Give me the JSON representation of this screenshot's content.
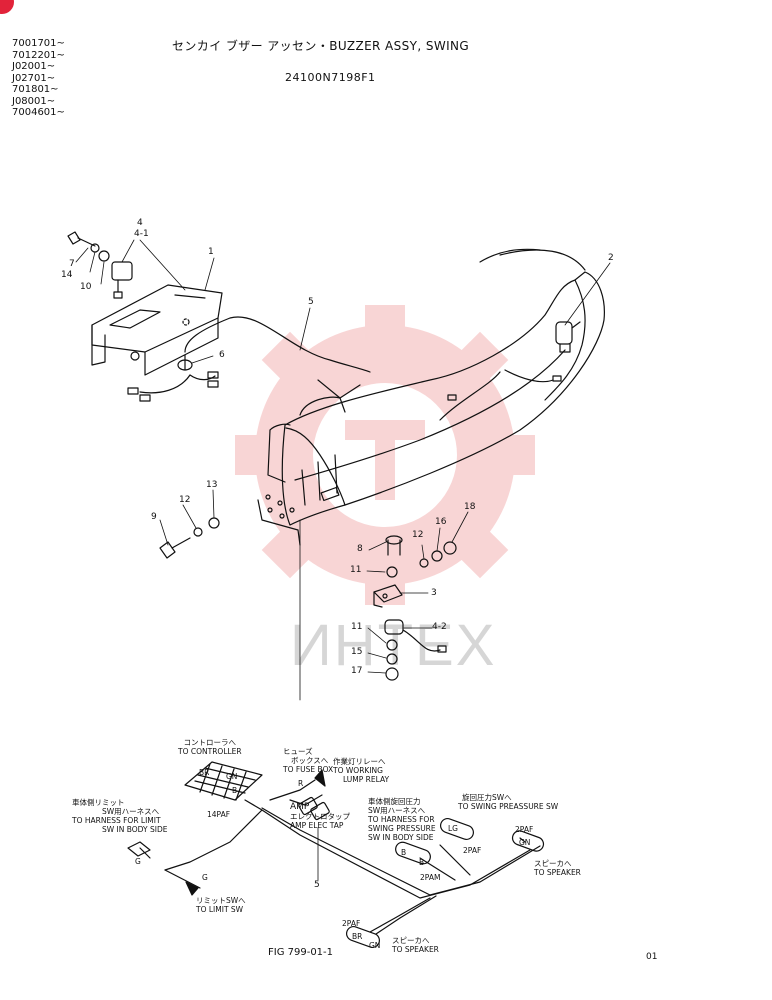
{
  "header": {
    "serials": [
      "7001701~",
      "7012201~",
      "J02001~",
      "J02701~",
      "701801~",
      "J08001~",
      "7004601~"
    ],
    "title": "センカイ ブザー アッセン・BUZZER ASSY, SWING",
    "part_number": "24100N7198F1"
  },
  "watermark": {
    "text": "ИНТЕХ",
    "color": "#f2a3a3"
  },
  "callouts": [
    "1",
    "2",
    "3",
    "4",
    "4-1",
    "4-2",
    "5",
    "6",
    "7",
    "8",
    "9",
    "10",
    "11",
    "11",
    "12",
    "12",
    "13",
    "14",
    "15",
    "16",
    "17",
    "18"
  ],
  "harness": {
    "controller_jp": "コントローラへ",
    "controller_en": "TO CONTROLLER",
    "fuse_jp_1": "ヒューズ",
    "fuse_jp_2": "ボックスへ",
    "fuse_en": "TO FUSE BOX",
    "relay_jp": "作業灯リレーへ",
    "relay_en_1": "TO WORKING",
    "relay_en_2": "LUMP RELAY",
    "limit_body_jp": "車体側リミット",
    "limit_body_sw_jp": "SW用ハーネスへ",
    "limit_body_en_1": "TO HARNESS FOR LIMIT",
    "limit_body_en_2": "SW IN BODY SIDE",
    "amp": "AMP",
    "amp_tap_jp": "エレクトロタップ",
    "amp_tap_en": "AMP ELEC TAP",
    "press_body_jp": "車体側旋回圧力",
    "press_body_sw_jp": "SW用ハーネスへ",
    "press_body_en_1": "TO HARNESS FOR",
    "press_body_en_2": "SWING PRESSURE",
    "press_body_en_3": "SW IN BODY SIDE",
    "press_sw_jp": "旋回圧力SWへ",
    "press_sw_en": "TO SWING PREASSURE SW",
    "speaker_jp": "スピーカへ",
    "speaker_en": "TO SPEAKER",
    "limit_sw_jp": "リミットSWへ",
    "limit_sw_en": "TO LIMIT SW",
    "conn_14paf": "14PAF",
    "conn_2paf": "2PAF",
    "conn_2pam": "2PAM",
    "wire_r": "R",
    "wire_g": "G",
    "wire_b": "B",
    "wire_br": "BR",
    "wire_gn": "GN",
    "wire_lg": "LG",
    "harness_no": "5"
  },
  "footer": {
    "figure": "FIG 799-01-1",
    "page": "01"
  }
}
